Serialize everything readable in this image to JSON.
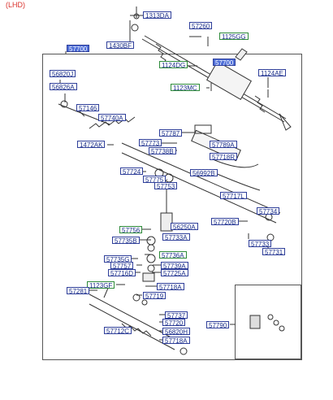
{
  "header": {
    "lhd": "(LHD)"
  },
  "callouts": [
    {
      "id": "c1313DA",
      "text": "1313DA"
    },
    {
      "id": "c57260",
      "text": "57260"
    },
    {
      "id": "c1125GG",
      "text": "1125GG"
    },
    {
      "id": "c1430BF",
      "text": "1430BF"
    },
    {
      "id": "c57700a",
      "text": "57700"
    },
    {
      "id": "c1124DG",
      "text": "1124DG"
    },
    {
      "id": "c57700b",
      "text": "57700"
    },
    {
      "id": "c1124AE",
      "text": "1124AE"
    },
    {
      "id": "c56820J",
      "text": "56820J"
    },
    {
      "id": "c1123MC",
      "text": "1123MC"
    },
    {
      "id": "c56826A",
      "text": "56826A"
    },
    {
      "id": "c57146",
      "text": "57146"
    },
    {
      "id": "c57740A",
      "text": "57740A"
    },
    {
      "id": "c57787",
      "text": "57787"
    },
    {
      "id": "c1472AK",
      "text": "1472AK"
    },
    {
      "id": "c57773",
      "text": "57773"
    },
    {
      "id": "c57789A",
      "text": "57789A"
    },
    {
      "id": "c57738B",
      "text": "57738B"
    },
    {
      "id": "c57718R",
      "text": "57718R"
    },
    {
      "id": "c57724",
      "text": "57724"
    },
    {
      "id": "c56992B",
      "text": "56992B"
    },
    {
      "id": "c57775",
      "text": "57775"
    },
    {
      "id": "c57753",
      "text": "57753"
    },
    {
      "id": "c57717L",
      "text": "57717L"
    },
    {
      "id": "c57734",
      "text": "57734"
    },
    {
      "id": "c57720B",
      "text": "57720B"
    },
    {
      "id": "c57756",
      "text": "57756"
    },
    {
      "id": "c56250A",
      "text": "56250A"
    },
    {
      "id": "c57735B",
      "text": "57735B"
    },
    {
      "id": "c57733A",
      "text": "57733A"
    },
    {
      "id": "c57733",
      "text": "57733"
    },
    {
      "id": "c57731",
      "text": "57731"
    },
    {
      "id": "c57736A",
      "text": "57736A"
    },
    {
      "id": "c57735G",
      "text": "57735G"
    },
    {
      "id": "c57757",
      "text": "57757"
    },
    {
      "id": "c57739A",
      "text": "57739A"
    },
    {
      "id": "c57716D",
      "text": "57716D"
    },
    {
      "id": "c57725A",
      "text": "57725A"
    },
    {
      "id": "c1123GF",
      "text": "1123GF"
    },
    {
      "id": "c57718A",
      "text": "57718A"
    },
    {
      "id": "c57281",
      "text": "57281"
    },
    {
      "id": "c57719",
      "text": "57719"
    },
    {
      "id": "c57737",
      "text": "57737"
    },
    {
      "id": "c57720",
      "text": "57720"
    },
    {
      "id": "c57790",
      "text": "57790"
    },
    {
      "id": "c57712C",
      "text": "57712C"
    },
    {
      "id": "c56820H",
      "text": "56820H"
    },
    {
      "id": "c57718A2",
      "text": "57718A"
    }
  ]
}
